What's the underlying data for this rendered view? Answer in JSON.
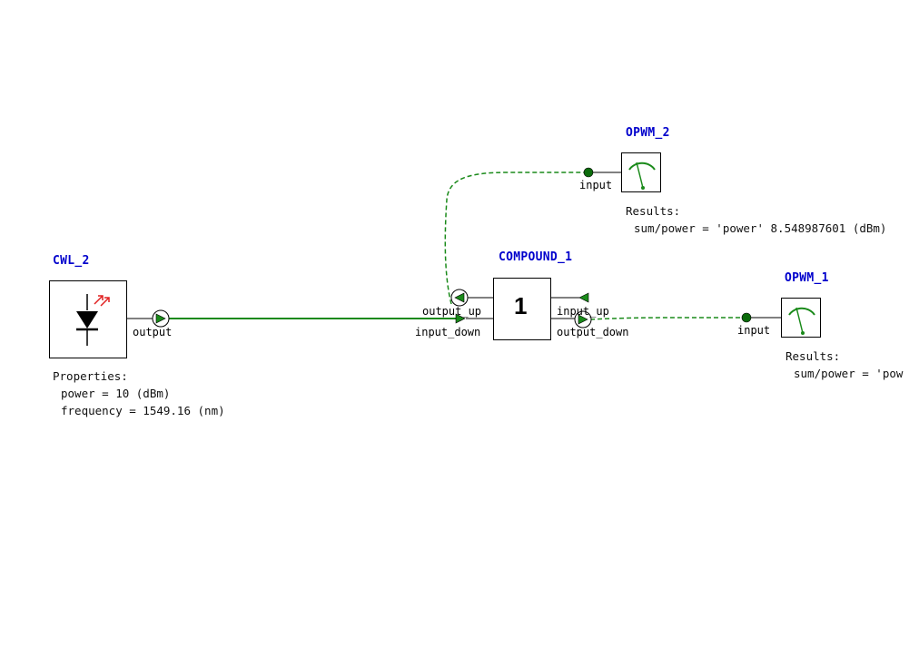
{
  "colors": {
    "wire": "#1a8a1a",
    "name": "#0000cc",
    "port_fill": "#0b6b0b",
    "laser_arrow": "#e02020"
  },
  "components": {
    "cwl_2": {
      "name": "CWL_2",
      "icon": "laser-diode-icon",
      "port_output": "output",
      "properties_heading": "Properties:",
      "properties": [
        "power = 10 (dBm)",
        "frequency = 1549.16 (nm)"
      ]
    },
    "compound_1": {
      "name": "COMPOUND_1",
      "number": "1",
      "port_output_up": "output_up",
      "port_input_down": "input_down",
      "port_input_up": "input_up",
      "port_output_down": "output_down"
    },
    "opwm_2": {
      "name": "OPWM_2",
      "icon": "power-meter-icon",
      "port_input": "input",
      "results_heading": "Results:",
      "results": [
        "sum/power = 'power' 8.548987601 (dBm)"
      ]
    },
    "opwm_1": {
      "name": "OPWM_1",
      "icon": "power-meter-icon",
      "port_input": "input",
      "results_heading": "Results:",
      "results": [
        "sum/power = 'pow"
      ]
    }
  }
}
